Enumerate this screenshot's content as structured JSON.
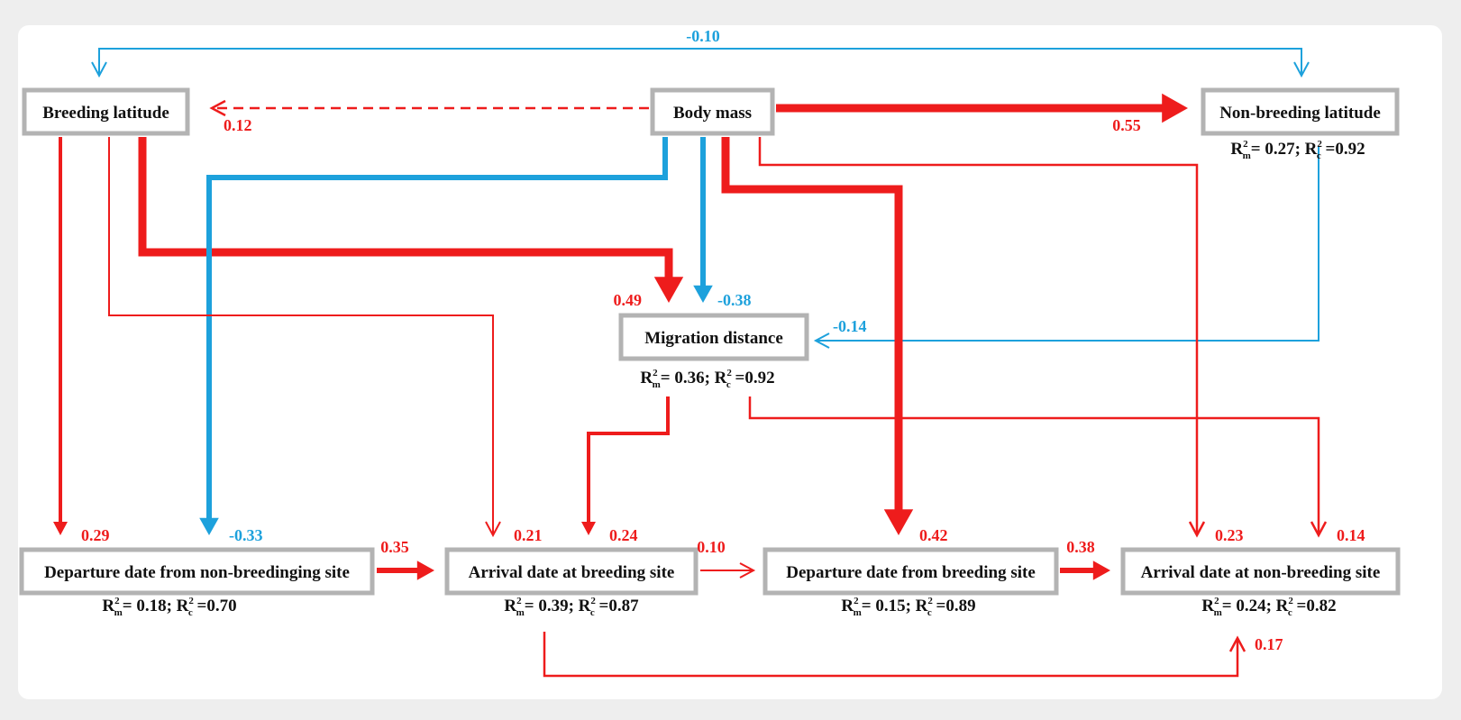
{
  "colors": {
    "positive": "#ee1c1c",
    "negative": "#1da1dc",
    "box_border": "#b3b3b3"
  },
  "nodes": [
    {
      "id": "breeding_latitude",
      "label": "Breeding latitude"
    },
    {
      "id": "body_mass",
      "label": "Body mass"
    },
    {
      "id": "nonbreeding_latitude",
      "label": "Non-breeding latitude"
    },
    {
      "id": "migration_distance",
      "label": "Migration distance"
    },
    {
      "id": "departure_nonbreeding",
      "label": "Departure date from non-breedinging site"
    },
    {
      "id": "arrival_breeding",
      "label": "Arrival date at breeding site"
    },
    {
      "id": "departure_breeding",
      "label": "Departure date from breeding site"
    },
    {
      "id": "arrival_nonbreeding",
      "label": "Arrival date at non-breeding site"
    }
  ],
  "r2": [
    {
      "node": "nonbreeding_latitude",
      "m": "0.27",
      "c": "0.92"
    },
    {
      "node": "migration_distance",
      "m": "0.36",
      "c": "0.92"
    },
    {
      "node": "departure_nonbreeding",
      "m": "0.18",
      "c": "0.70"
    },
    {
      "node": "arrival_breeding",
      "m": "0.39",
      "c": "0.87"
    },
    {
      "node": "departure_breeding",
      "m": "0.15",
      "c": "0.89"
    },
    {
      "node": "arrival_nonbreeding",
      "m": "0.24",
      "c": "0.82"
    }
  ],
  "r2_text": {
    "R": "R",
    "sup": "2",
    "m": "m",
    "c": "c",
    "eq1": "= ",
    "sep": "; ",
    "eq2": " ="
  },
  "edges": [
    {
      "id": "bm-bl",
      "from": "body_mass",
      "to": "breeding_latitude",
      "coef": "0.12",
      "sign": "positive"
    },
    {
      "id": "bm-nbl",
      "from": "body_mass",
      "to": "nonbreeding_latitude",
      "coef": "0.55",
      "sign": "positive"
    },
    {
      "id": "nbl-bl",
      "from": "nonbreeding_latitude",
      "to": "breeding_latitude",
      "coef": "-0.10",
      "sign": "negative"
    },
    {
      "id": "bl-md",
      "from": "breeding_latitude",
      "to": "migration_distance",
      "coef": "0.49",
      "sign": "positive"
    },
    {
      "id": "bm-md",
      "from": "body_mass",
      "to": "migration_distance",
      "coef": "-0.38",
      "sign": "negative"
    },
    {
      "id": "nbl-md",
      "from": "nonbreeding_latitude",
      "to": "migration_distance",
      "coef": "-0.14",
      "sign": "negative"
    },
    {
      "id": "bl-dnb",
      "from": "breeding_latitude",
      "to": "departure_nonbreeding",
      "coef": "0.29",
      "sign": "positive"
    },
    {
      "id": "bm-dnb",
      "from": "body_mass",
      "to": "departure_nonbreeding",
      "coef": "-0.33",
      "sign": "negative"
    },
    {
      "id": "bl-ab",
      "from": "breeding_latitude",
      "to": "arrival_breeding",
      "coef": "0.21",
      "sign": "positive"
    },
    {
      "id": "md-ab",
      "from": "migration_distance",
      "to": "arrival_breeding",
      "coef": "0.24",
      "sign": "positive"
    },
    {
      "id": "bm-db",
      "from": "body_mass",
      "to": "departure_breeding",
      "coef": "0.42",
      "sign": "positive"
    },
    {
      "id": "bm-anb",
      "from": "body_mass",
      "to": "arrival_nonbreeding",
      "coef": "0.23",
      "sign": "positive"
    },
    {
      "id": "md-anb",
      "from": "migration_distance",
      "to": "arrival_nonbreeding",
      "coef": "0.14",
      "sign": "positive"
    },
    {
      "id": "dnb-ab",
      "from": "departure_nonbreeding",
      "to": "arrival_breeding",
      "coef": "0.35",
      "sign": "positive"
    },
    {
      "id": "ab-db",
      "from": "arrival_breeding",
      "to": "departure_breeding",
      "coef": "0.10",
      "sign": "positive"
    },
    {
      "id": "db-anb",
      "from": "departure_breeding",
      "to": "arrival_nonbreeding",
      "coef": "0.38",
      "sign": "positive"
    },
    {
      "id": "ab-anb",
      "from": "arrival_breeding",
      "to": "arrival_nonbreeding",
      "coef": "0.17",
      "sign": "positive"
    }
  ]
}
